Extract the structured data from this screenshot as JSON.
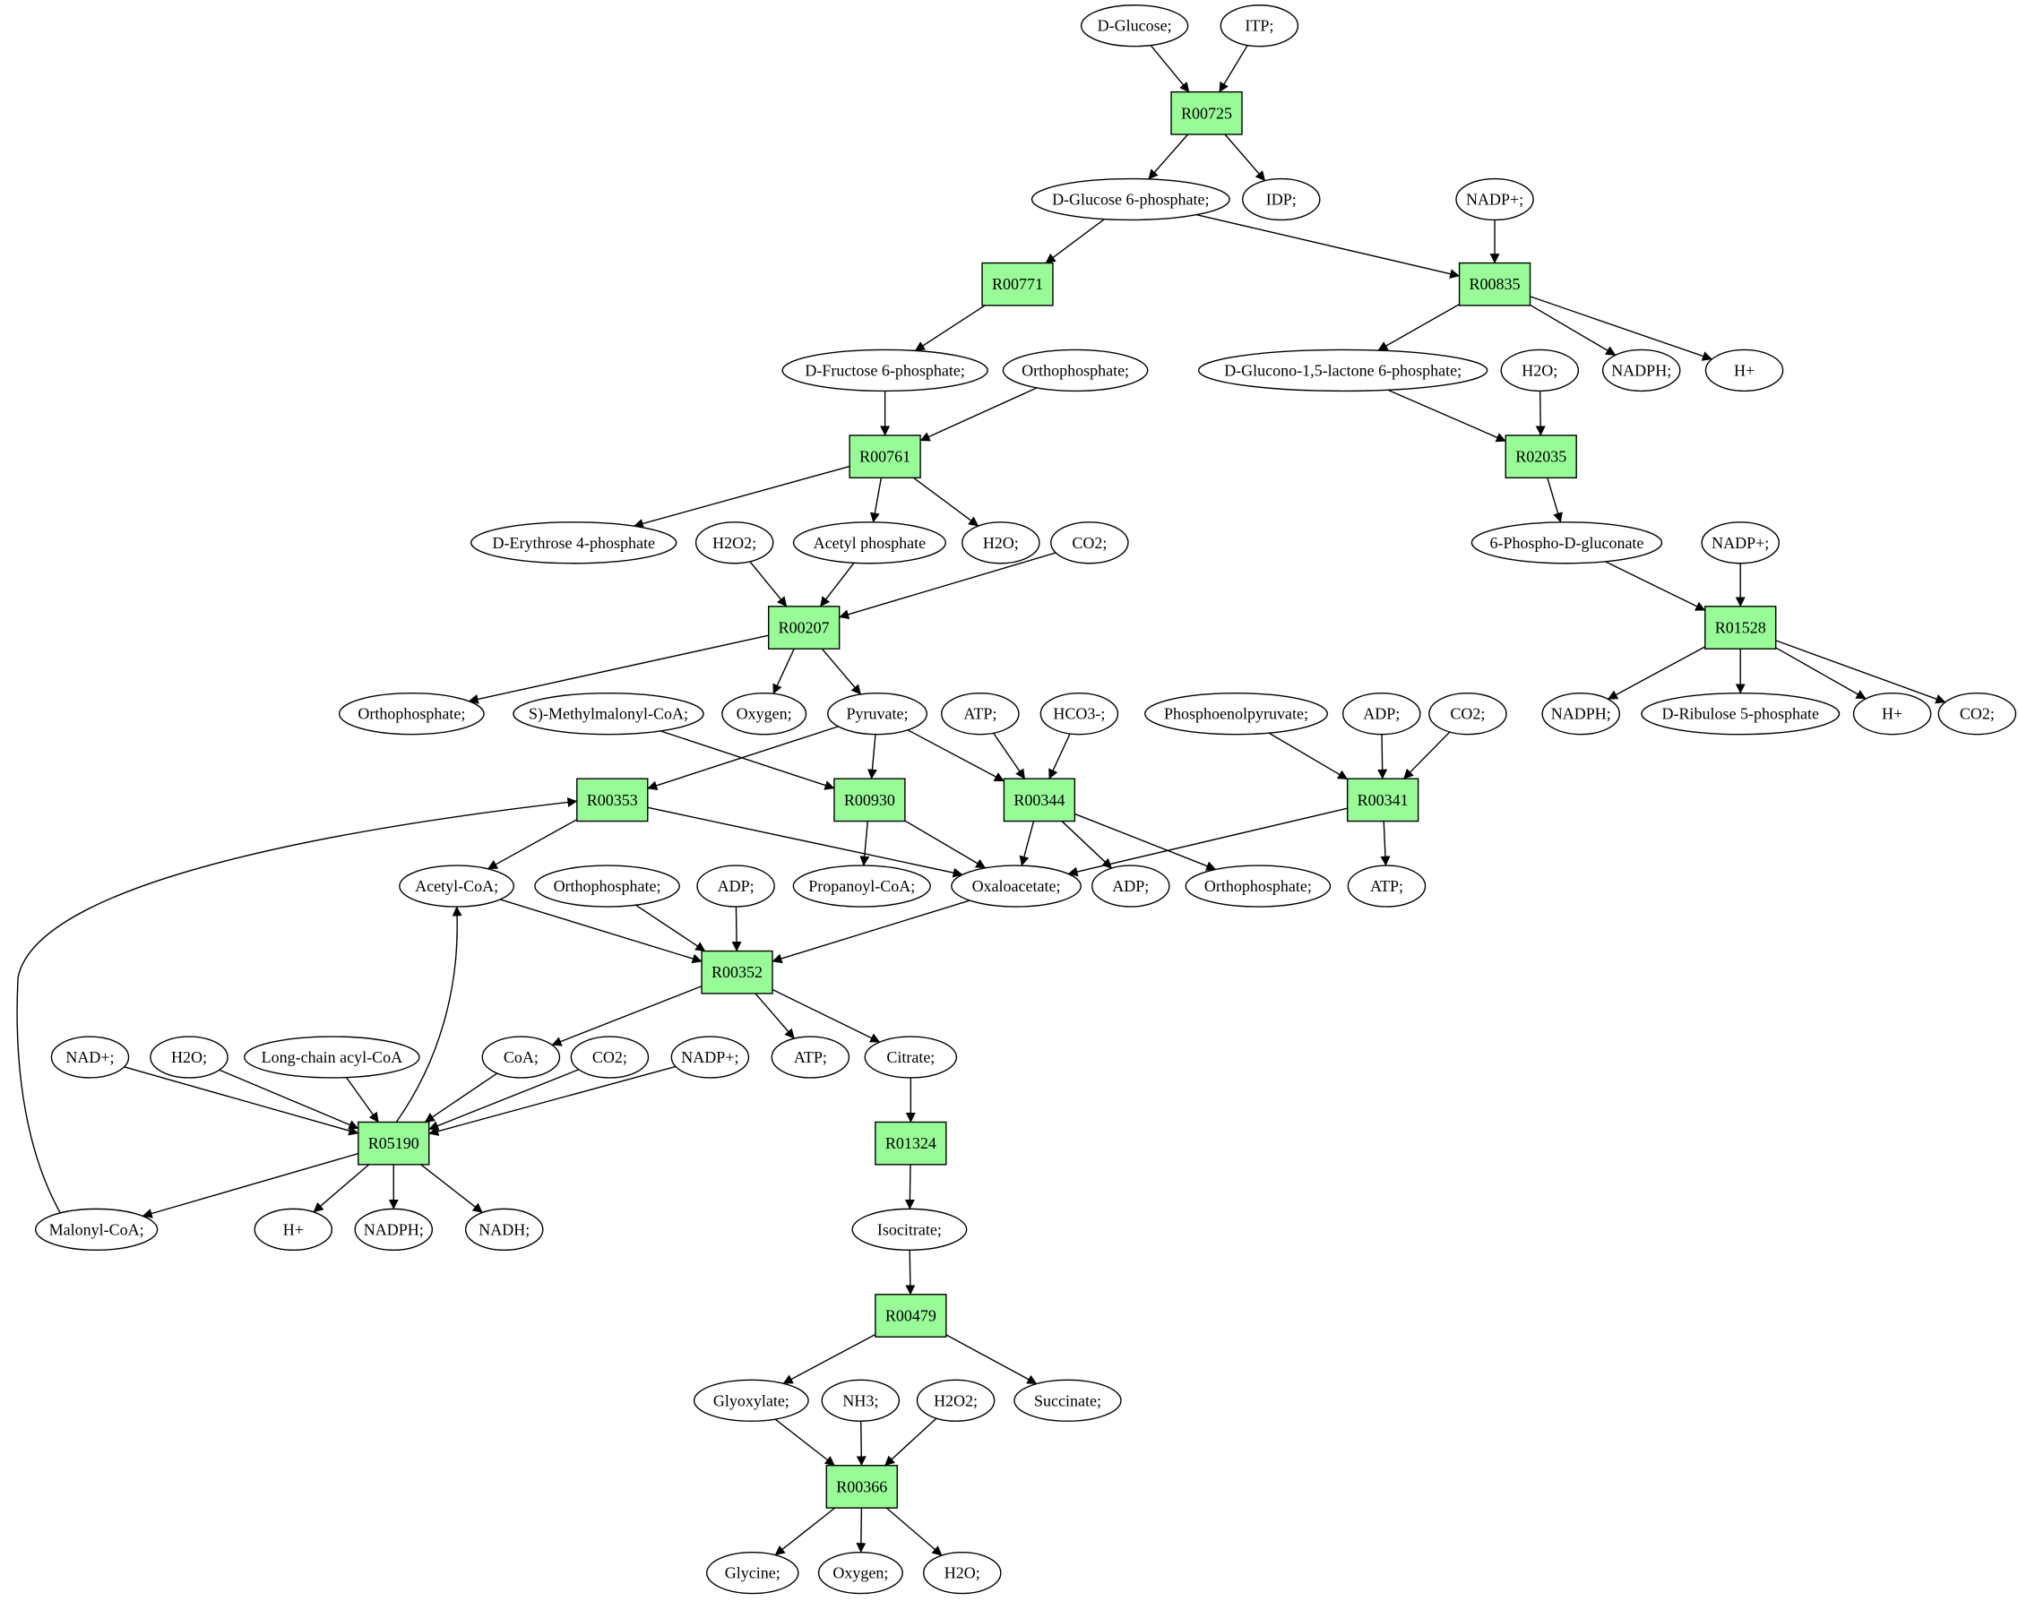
{
  "colors": {
    "reaction_fill": "#98fb98",
    "start_fill": "#00ee00",
    "end_fill": "#ffff00",
    "default_fill": "#ffffff"
  },
  "reactions": [
    {
      "id": "r0725",
      "label": "R00725"
    },
    {
      "id": "r0771",
      "label": "R00771"
    },
    {
      "id": "r0835",
      "label": "R00835"
    },
    {
      "id": "r0761",
      "label": "R00761"
    },
    {
      "id": "r2035",
      "label": "R02035"
    },
    {
      "id": "r0207",
      "label": "R00207"
    },
    {
      "id": "r1528",
      "label": "R01528"
    },
    {
      "id": "r0353",
      "label": "R00353"
    },
    {
      "id": "r0930",
      "label": "R00930"
    },
    {
      "id": "r0344",
      "label": "R00344"
    },
    {
      "id": "r0341",
      "label": "R00341"
    },
    {
      "id": "r0352",
      "label": "R00352"
    },
    {
      "id": "r5190",
      "label": "R05190"
    },
    {
      "id": "r1324",
      "label": "R01324"
    },
    {
      "id": "r0479",
      "label": "R00479"
    },
    {
      "id": "r0366",
      "label": "R00366"
    }
  ],
  "compounds": [
    {
      "id": "glc",
      "label": "D-Glucose;",
      "fill": "#00ee00"
    },
    {
      "id": "itp",
      "label": "ITP;"
    },
    {
      "id": "g6p",
      "label": "D-Glucose 6-phosphate;"
    },
    {
      "id": "idp",
      "label": "IDP;"
    },
    {
      "id": "nadp1",
      "label": "NADP+;"
    },
    {
      "id": "f6p",
      "label": "D-Fructose 6-phosphate;"
    },
    {
      "id": "pi1",
      "label": "Orthophosphate;"
    },
    {
      "id": "gl6p",
      "label": "D-Glucono-1,5-lactone 6-phosphate;"
    },
    {
      "id": "h2o1",
      "label": "H2O;"
    },
    {
      "id": "nadph1",
      "label": "NADPH;"
    },
    {
      "id": "h1",
      "label": "H+"
    },
    {
      "id": "e4p",
      "label": "D-Erythrose 4-phosphate"
    },
    {
      "id": "h2o2a",
      "label": "H2O2;"
    },
    {
      "id": "acp",
      "label": "Acetyl phosphate"
    },
    {
      "id": "h2o2",
      "label": "H2O;"
    },
    {
      "id": "co2a",
      "label": "CO2;"
    },
    {
      "id": "pg6",
      "label": "6-Phospho-D-gluconate"
    },
    {
      "id": "nadp2",
      "label": "NADP+;"
    },
    {
      "id": "pi2",
      "label": "Orthophosphate;"
    },
    {
      "id": "mmc",
      "label": "S)-Methylmalonyl-CoA;"
    },
    {
      "id": "o2a",
      "label": "Oxygen;"
    },
    {
      "id": "pyr",
      "label": "Pyruvate;"
    },
    {
      "id": "atp1",
      "label": "ATP;"
    },
    {
      "id": "hco3",
      "label": "HCO3-;"
    },
    {
      "id": "pep",
      "label": "Phosphoenolpyruvate;"
    },
    {
      "id": "adp1",
      "label": "ADP;"
    },
    {
      "id": "co2b",
      "label": "CO2;"
    },
    {
      "id": "nadph2",
      "label": "NADPH;"
    },
    {
      "id": "ru5p",
      "label": "D-Ribulose 5-phosphate"
    },
    {
      "id": "h2",
      "label": "H+"
    },
    {
      "id": "co2c",
      "label": "CO2;"
    },
    {
      "id": "accoa",
      "label": "Acetyl-CoA;"
    },
    {
      "id": "pi3",
      "label": "Orthophosphate;"
    },
    {
      "id": "adp2",
      "label": "ADP;"
    },
    {
      "id": "procoa",
      "label": "Propanoyl-CoA;"
    },
    {
      "id": "oaa",
      "label": "Oxaloacetate;"
    },
    {
      "id": "adp3",
      "label": "ADP;"
    },
    {
      "id": "pi4",
      "label": "Orthophosphate;"
    },
    {
      "id": "atp2",
      "label": "ATP;"
    },
    {
      "id": "nad",
      "label": "NAD+;"
    },
    {
      "id": "h2o3",
      "label": "H2O;"
    },
    {
      "id": "lcacoa",
      "label": "Long-chain acyl-CoA"
    },
    {
      "id": "coa",
      "label": "CoA;"
    },
    {
      "id": "co2d",
      "label": "CO2;"
    },
    {
      "id": "nadp3",
      "label": "NADP+;"
    },
    {
      "id": "atp3",
      "label": "ATP;"
    },
    {
      "id": "cit",
      "label": "Citrate;"
    },
    {
      "id": "malcoa",
      "label": "Malonyl-CoA;"
    },
    {
      "id": "h3",
      "label": "H+"
    },
    {
      "id": "nadph3",
      "label": "NADPH;"
    },
    {
      "id": "nadh",
      "label": "NADH;"
    },
    {
      "id": "icit",
      "label": "Isocitrate;"
    },
    {
      "id": "glx",
      "label": "Glyoxylate;"
    },
    {
      "id": "nh3",
      "label": "NH3;"
    },
    {
      "id": "h2o2b",
      "label": "H2O2;"
    },
    {
      "id": "succ",
      "label": "Succinate;"
    },
    {
      "id": "gly",
      "label": "Glycine;",
      "fill": "#ffff00"
    },
    {
      "id": "o2b",
      "label": "Oxygen;"
    },
    {
      "id": "h2o4",
      "label": "H2O;"
    }
  ],
  "edges": [
    [
      "glc",
      "r0725"
    ],
    [
      "itp",
      "r0725"
    ],
    [
      "r0725",
      "g6p"
    ],
    [
      "r0725",
      "idp"
    ],
    [
      "g6p",
      "r0771"
    ],
    [
      "g6p",
      "r0835"
    ],
    [
      "nadp1",
      "r0835"
    ],
    [
      "r0771",
      "f6p"
    ],
    [
      "r0835",
      "gl6p"
    ],
    [
      "r0835",
      "nadph1"
    ],
    [
      "r0835",
      "h1"
    ],
    [
      "f6p",
      "r0761"
    ],
    [
      "pi1",
      "r0761"
    ],
    [
      "gl6p",
      "r2035"
    ],
    [
      "h2o1",
      "r2035"
    ],
    [
      "r0761",
      "e4p"
    ],
    [
      "r0761",
      "acp"
    ],
    [
      "r0761",
      "h2o2"
    ],
    [
      "r2035",
      "pg6"
    ],
    [
      "h2o2a",
      "r0207"
    ],
    [
      "acp",
      "r0207"
    ],
    [
      "co2a",
      "r0207"
    ],
    [
      "pg6",
      "r1528"
    ],
    [
      "nadp2",
      "r1528"
    ],
    [
      "r0207",
      "pi2"
    ],
    [
      "r0207",
      "o2a"
    ],
    [
      "r0207",
      "pyr"
    ],
    [
      "r1528",
      "nadph2"
    ],
    [
      "r1528",
      "ru5p"
    ],
    [
      "r1528",
      "h2"
    ],
    [
      "r1528",
      "co2c"
    ],
    [
      "pyr",
      "r0353"
    ],
    [
      "pyr",
      "r0930"
    ],
    [
      "pyr",
      "r0344"
    ],
    [
      "mmc",
      "r0930"
    ],
    [
      "atp1",
      "r0344"
    ],
    [
      "hco3",
      "r0344"
    ],
    [
      "pep",
      "r0341"
    ],
    [
      "adp1",
      "r0341"
    ],
    [
      "co2b",
      "r0341"
    ],
    [
      "r0353",
      "accoa"
    ],
    [
      "r0353",
      "oaa"
    ],
    [
      "r0930",
      "procoa"
    ],
    [
      "r0930",
      "oaa"
    ],
    [
      "r0344",
      "oaa"
    ],
    [
      "r0344",
      "adp3"
    ],
    [
      "r0344",
      "pi4"
    ],
    [
      "r0341",
      "oaa"
    ],
    [
      "r0341",
      "atp2"
    ],
    [
      "accoa",
      "r0352"
    ],
    [
      "pi3",
      "r0352"
    ],
    [
      "adp2",
      "r0352"
    ],
    [
      "oaa",
      "r0352"
    ],
    [
      "r0352",
      "coa"
    ],
    [
      "r0352",
      "atp3"
    ],
    [
      "r0352",
      "cit"
    ],
    [
      "nad",
      "r5190"
    ],
    [
      "h2o3",
      "r5190"
    ],
    [
      "lcacoa",
      "r5190"
    ],
    [
      "coa",
      "r5190"
    ],
    [
      "co2d",
      "r5190"
    ],
    [
      "nadp3",
      "r5190"
    ],
    [
      "r5190",
      "accoa"
    ],
    [
      "r5190",
      "malcoa"
    ],
    [
      "r5190",
      "h3"
    ],
    [
      "r5190",
      "nadph3"
    ],
    [
      "r5190",
      "nadh"
    ],
    [
      "malcoa",
      "r0353"
    ],
    [
      "cit",
      "r1324"
    ],
    [
      "r1324",
      "icit"
    ],
    [
      "icit",
      "r0479"
    ],
    [
      "r0479",
      "glx"
    ],
    [
      "r0479",
      "succ"
    ],
    [
      "glx",
      "r0366"
    ],
    [
      "nh3",
      "r0366"
    ],
    [
      "h2o2b",
      "r0366"
    ],
    [
      "r0366",
      "gly"
    ],
    [
      "r0366",
      "o2b"
    ],
    [
      "r0366",
      "h2o4"
    ]
  ]
}
